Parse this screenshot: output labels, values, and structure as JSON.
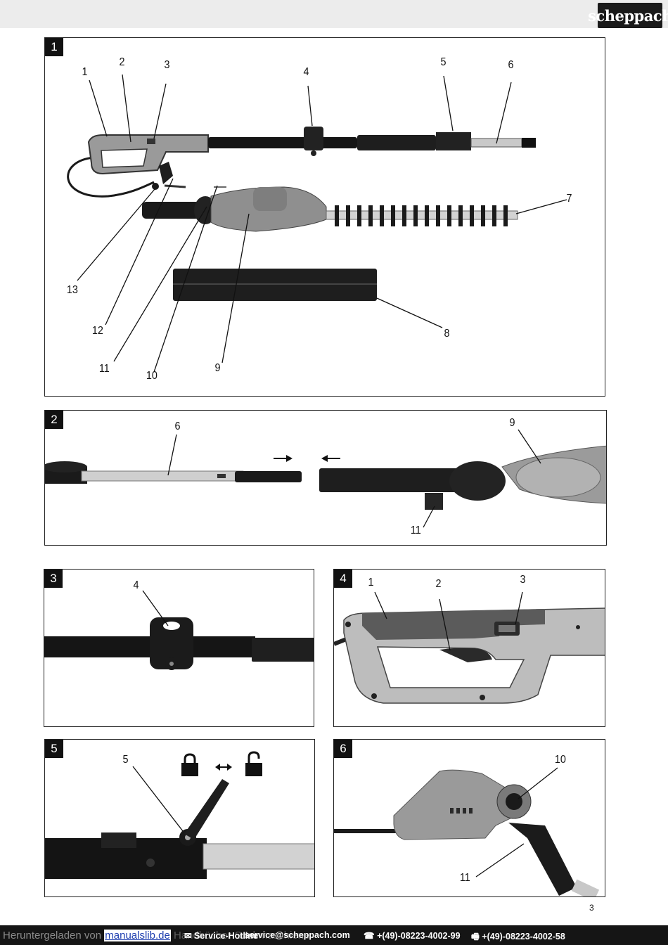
{
  "brand": {
    "logo_text": "scheppach"
  },
  "page_number": "3",
  "panels": [
    {
      "number": "1",
      "callouts": [
        "1",
        "2",
        "3",
        "4",
        "5",
        "6",
        "7",
        "8",
        "9",
        "10",
        "11",
        "12",
        "13"
      ]
    },
    {
      "number": "2",
      "callouts": [
        "6",
        "9",
        "11"
      ]
    },
    {
      "number": "3",
      "callouts": [
        "4"
      ]
    },
    {
      "number": "4",
      "callouts": [
        "1",
        "2",
        "3"
      ]
    },
    {
      "number": "5",
      "callouts": [
        "5"
      ]
    },
    {
      "number": "6",
      "callouts": [
        "10",
        "11"
      ]
    }
  ],
  "footer": {
    "downloaded_prefix": "Heruntergeladen von",
    "link_text": "manualslib.de",
    "suffix": " Handbücher-Suchmaschiene",
    "hotline_label": "Service-Hotline",
    "email": "service@scheppach.com",
    "phone": "+(49)-08223-4002-99",
    "fax": "+(49)-08223-4002-58"
  },
  "icons": [
    "padlock-closed-icon",
    "padlock-open-icon",
    "double-arrow-icon",
    "phone-icon",
    "fax-icon",
    "email-icon"
  ]
}
